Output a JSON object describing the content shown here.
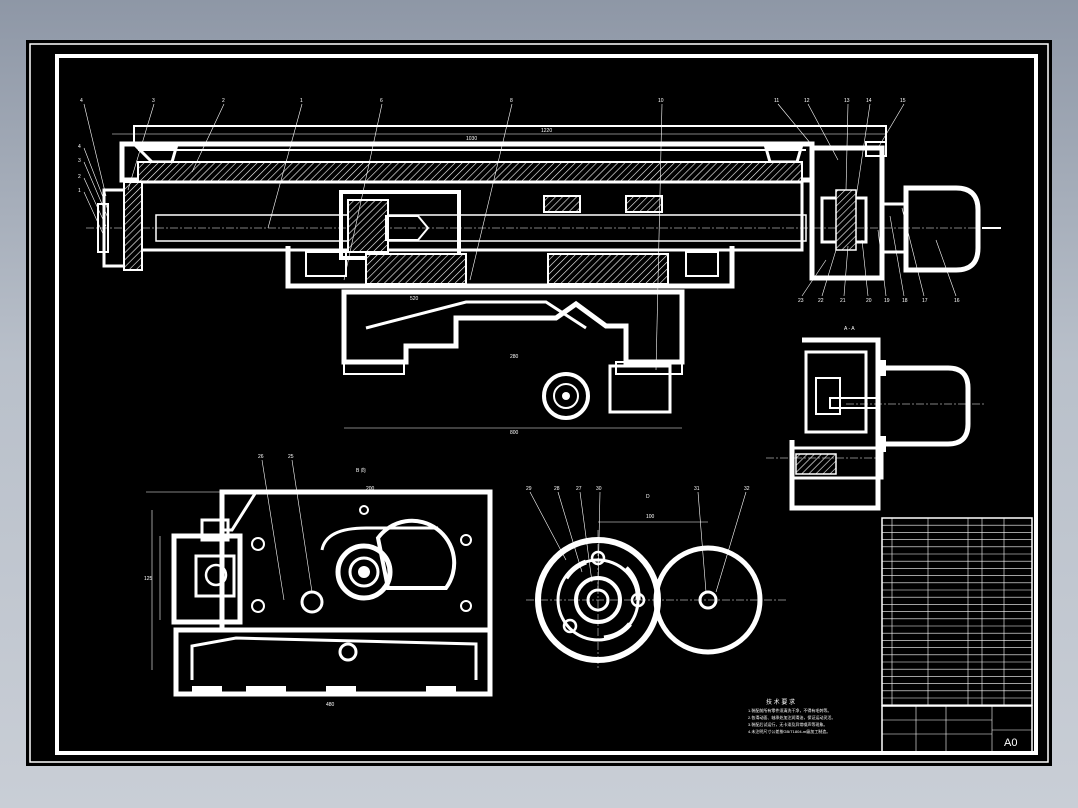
{
  "drawing": {
    "colors": {
      "background_outer": "#a7afbb",
      "sheet": "#000000",
      "lines": "#ffffff"
    },
    "main_assembly": {
      "leader_labels_top": [
        "4",
        "3",
        "2",
        "1",
        "6",
        "8",
        "10",
        "11",
        "12",
        "13",
        "14",
        "15"
      ],
      "leader_labels_left": [
        "4",
        "3",
        "2",
        "1"
      ],
      "leader_labels_bottom": [
        "23",
        "22",
        "21",
        "20",
        "19",
        "18",
        "17",
        "16"
      ],
      "dims": {
        "overall": "1220",
        "inner": "1030",
        "base_width": "800",
        "base_half": "520",
        "mid": "280"
      }
    },
    "side_view": {
      "title": "A - A"
    },
    "gearbox_view": {
      "title": "B 向",
      "leader_labels": [
        "26",
        "25"
      ],
      "dims": [
        "200",
        "125",
        "480"
      ]
    },
    "gear_view": {
      "leader_labels": [
        "29",
        "28",
        "27",
        "30",
        "31",
        "32"
      ],
      "dims": [
        "D",
        "100"
      ]
    },
    "technical_requirements": {
      "title": "技 术 要 求",
      "lines": [
        "1.装配前所有零件须清洗干净，不得有毛刺等。",
        "2.各滑动面、轴承处加注润滑油，保证运动灵活。",
        "3.装配后试运行，无卡滞及异常噪声等现象。",
        "4.未注明尺寸公差按GB/T1804-m级加工制造。"
      ]
    },
    "title_block": {
      "sheet_size": "A0"
    }
  }
}
